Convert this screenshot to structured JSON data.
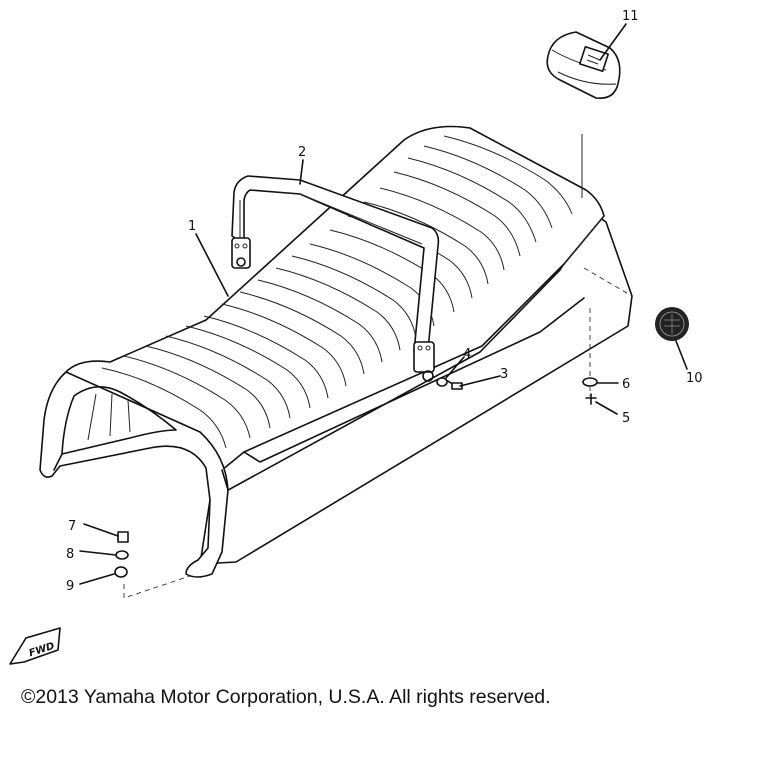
{
  "diagram": {
    "callouts": [
      {
        "id": "1",
        "label": "1"
      },
      {
        "id": "2",
        "label": "2"
      },
      {
        "id": "3",
        "label": "3"
      },
      {
        "id": "4",
        "label": "4"
      },
      {
        "id": "5",
        "label": "5"
      },
      {
        "id": "6",
        "label": "6"
      },
      {
        "id": "7",
        "label": "7"
      },
      {
        "id": "8",
        "label": "8"
      },
      {
        "id": "9",
        "label": "9"
      },
      {
        "id": "10",
        "label": "10"
      },
      {
        "id": "11",
        "label": "11"
      }
    ],
    "fwd_marker": "FWD"
  },
  "footer": {
    "copyright": "©2013 Yamaha Motor Corporation, U.S.A. All rights reserved."
  }
}
